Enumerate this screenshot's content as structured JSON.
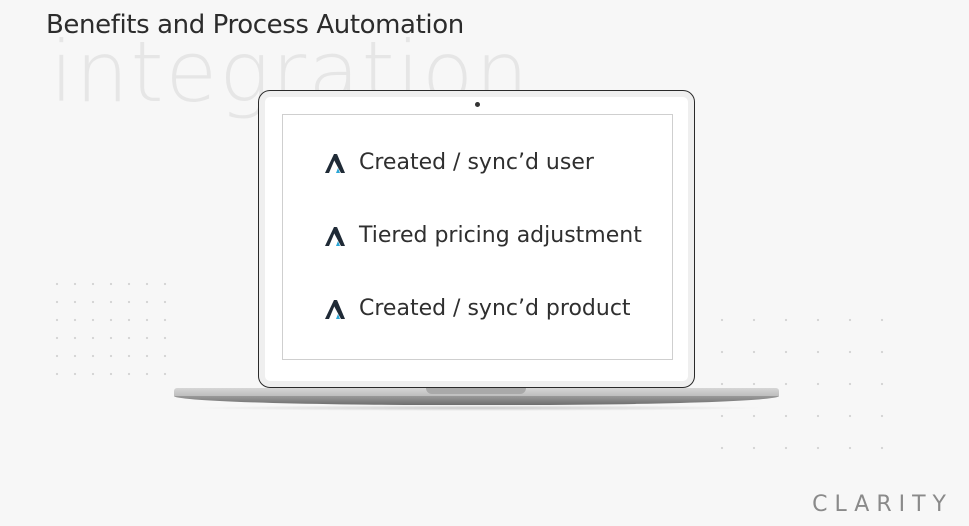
{
  "background_word": "integration",
  "title": "Benefits and Process Automation",
  "items": [
    {
      "label": "Created / sync’d user",
      "icon": "clarity-a-logo-icon"
    },
    {
      "label": "Tiered pricing adjustment",
      "icon": "clarity-a-logo-icon"
    },
    {
      "label": "Created / sync’d product",
      "icon": "clarity-a-logo-icon"
    }
  ],
  "brand": "CLARITY",
  "colors": {
    "background": "#f7f7f7",
    "logo_dark": "#1f2a36",
    "logo_accent": "#2aa6d6",
    "brand_text": "#8a8a8a"
  }
}
